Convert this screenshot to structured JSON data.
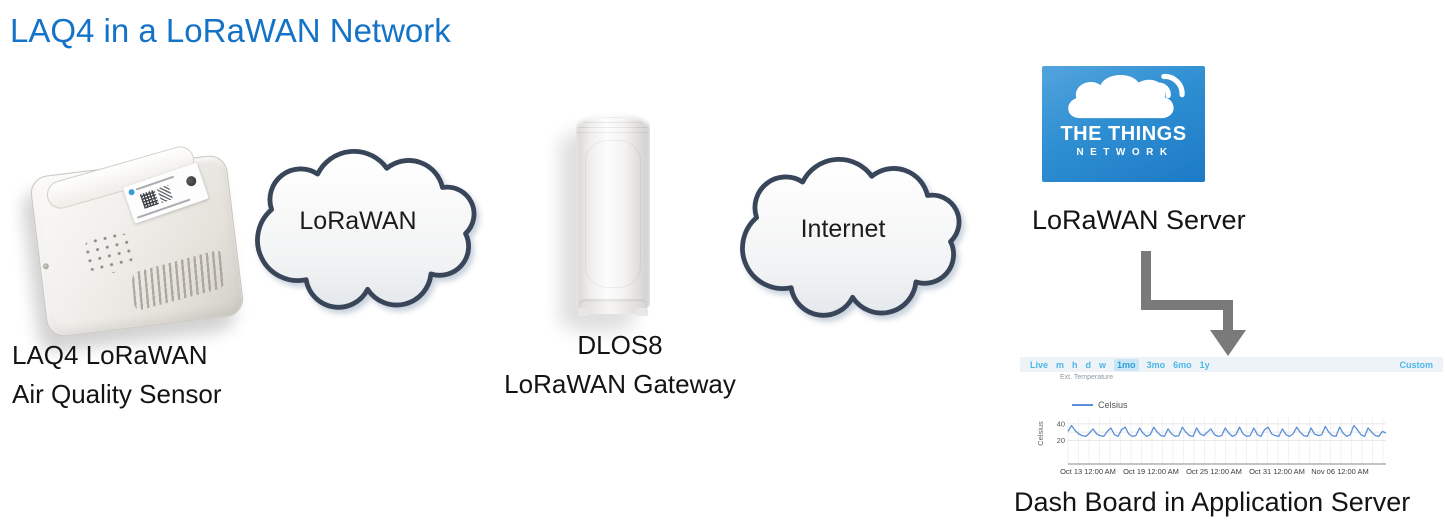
{
  "page": {
    "title": "LAQ4 in a LoRaWAN Network",
    "title_color": "#1573c7"
  },
  "sensor": {
    "label_line1": "LAQ4 LoRaWAN",
    "label_line2": "Air Quality Sensor"
  },
  "clouds": {
    "lorawan": {
      "label": "LoRaWAN"
    },
    "internet": {
      "label": "Internet"
    }
  },
  "gateway": {
    "label_line1": "DLOS8",
    "label_line2": "LoRaWAN Gateway"
  },
  "server": {
    "logo_line1": "THE THINGS",
    "logo_line2": "NETWORK",
    "logo_color": "#1f7dc7",
    "label": "LoRaWAN Server"
  },
  "dashboard": {
    "toolbar": {
      "items": [
        "Live",
        "m",
        "h",
        "d",
        "w",
        "1mo",
        "3mo",
        "6mo",
        "1y"
      ],
      "selected": "1mo",
      "right_item": "Custom",
      "accent_color": "#4db6e8"
    },
    "label": "Dash Board in Application Server"
  },
  "arrow": {
    "color": "#7a7a7a"
  },
  "chart_data": {
    "type": "line",
    "title": "Ext. Temperature",
    "ylabel": "Celsius",
    "legend": [
      "Celsius"
    ],
    "legend_position": "top-left",
    "grid": true,
    "ylim": [
      0,
      45
    ],
    "yticks": [
      20,
      40
    ],
    "xticks": [
      "Oct 13 12:00 AM",
      "Oct 19 12:00 AM",
      "Oct 25 12:00 AM",
      "Oct 31 12:00 AM",
      "Nov 06 12:00 AM"
    ],
    "series": [
      {
        "name": "Celsius",
        "color": "#5b8fd9",
        "values": [
          31,
          38,
          32,
          28,
          26,
          25,
          29,
          34,
          28,
          26,
          25,
          31,
          35,
          27,
          25,
          33,
          36,
          28,
          25,
          26,
          35,
          29,
          25,
          27,
          36,
          30,
          26,
          25,
          34,
          28,
          25,
          26,
          36,
          30,
          26,
          25,
          35,
          28,
          26,
          30,
          34,
          27,
          25,
          26,
          35,
          29,
          25,
          27,
          36,
          28,
          25,
          26,
          35,
          27,
          25,
          33,
          36,
          28,
          26,
          25,
          34,
          27,
          25,
          28,
          36,
          30,
          26,
          25,
          35,
          28,
          26,
          27,
          37,
          30,
          26,
          25,
          36,
          29,
          25,
          27,
          38,
          33,
          27,
          25,
          35,
          30,
          26,
          25,
          31,
          29
        ]
      }
    ]
  }
}
